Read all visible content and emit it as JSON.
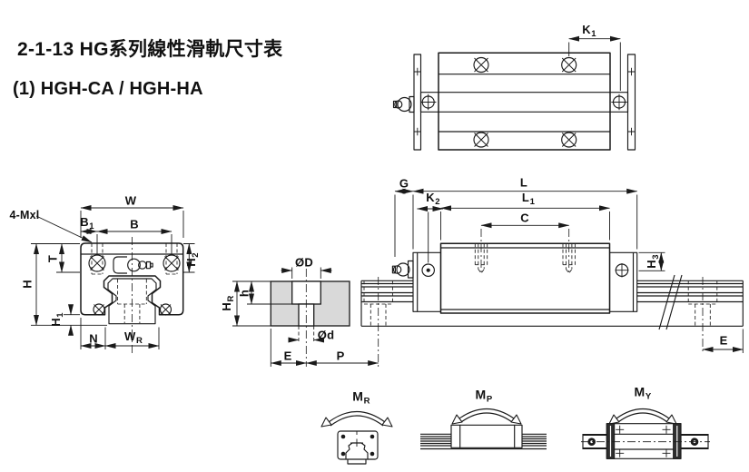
{
  "header": {
    "title": "2-1-13 HG系列線性滑軌尺寸表",
    "subtitle": "(1) HGH-CA / HGH-HA"
  },
  "colors": {
    "rail_section_fill": "#d9d9d9",
    "line": "#1a1a1a"
  },
  "labels": {
    "k1": {
      "base": "K",
      "sub": "1"
    },
    "w": {
      "base": "W"
    },
    "b1": {
      "base": "B",
      "sub": "1"
    },
    "b": {
      "base": "B"
    },
    "mxl": {
      "base": "4-Mxl"
    },
    "t": {
      "base": "T"
    },
    "h": {
      "base": "H"
    },
    "h1": {
      "base": "H",
      "sub": "1"
    },
    "h2": {
      "base": "H",
      "sub": "2"
    },
    "n": {
      "base": "N"
    },
    "wr": {
      "base": "W",
      "sub": "R"
    },
    "phiD": {
      "base": "ØD"
    },
    "hole_h": {
      "base": "h"
    },
    "hr": {
      "base": "H",
      "sub": "R"
    },
    "phid": {
      "base": "Ød"
    },
    "e_rail": {
      "base": "E"
    },
    "p": {
      "base": "P"
    },
    "g": {
      "base": "G"
    },
    "l": {
      "base": "L"
    },
    "k2": {
      "base": "K",
      "sub": "2"
    },
    "l1": {
      "base": "L",
      "sub": "1"
    },
    "c": {
      "base": "C"
    },
    "h3": {
      "base": "H",
      "sub": "3"
    },
    "e_end": {
      "base": "E"
    },
    "mr": {
      "base": "M",
      "sub": "R"
    },
    "mp": {
      "base": "M",
      "sub": "P"
    },
    "my": {
      "base": "M",
      "sub": "Y"
    }
  }
}
